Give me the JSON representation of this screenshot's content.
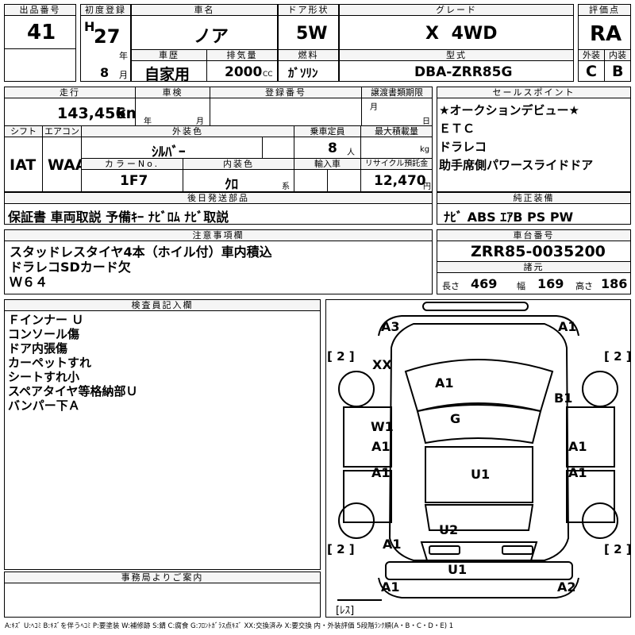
{
  "header": {
    "lot_label": "出品番号",
    "lot": "41",
    "first_reg_label": "初度登録",
    "era": "H",
    "year": "27",
    "year_unit": "年",
    "month": "8",
    "month_unit": "月",
    "name_label": "車名",
    "name": "ノア",
    "door_label": "ドア形状",
    "door": "5W",
    "grade_label": "グレード",
    "grade": "X 4WD",
    "score_label": "評価点",
    "score": "RA",
    "history_label": "車歴",
    "history": "自家用",
    "displacement_label": "排気量",
    "displacement": "2000",
    "displacement_unit": "CC",
    "fuel_label": "燃料",
    "fuel": "ｶﾞｿﾘﾝ",
    "model_label": "型式",
    "model": "DBA-ZRR85G",
    "ext_label": "外装",
    "ext": "C",
    "int_label": "内装",
    "int": "B"
  },
  "row2": {
    "mileage_label": "走行",
    "mileage": "143,456",
    "mileage_unit": "km",
    "inspection_label": "車検",
    "inspection_year_unit": "年",
    "inspection_month_unit": "月",
    "reg_label": "登録番号",
    "transfer_label": "譲渡書類期限",
    "transfer_month_unit": "月",
    "transfer_day_unit": "日",
    "shift_label": "シフト",
    "shift": "IAT",
    "ac_label": "エアコン",
    "ac": "WAA",
    "color_label": "外装色",
    "color": "ｼﾙﾊﾞｰ",
    "capacity_label": "乗車定員",
    "capacity": "8",
    "capacity_unit": "人",
    "load_label": "最大積載量",
    "load_unit": "kg",
    "color_no_label": "カラーNo.",
    "color_no": "1F7",
    "int_color_label": "内装色",
    "int_color": "ｸﾛ",
    "int_color_unit": "系",
    "import_label": "輸入車",
    "recycle_label": "リサイクル預託金",
    "recycle": "12,470",
    "recycle_unit": "円"
  },
  "sales_points": {
    "label": "セールスポイント",
    "items": [
      "★オークションデビュー★",
      "ＥＴＣ",
      "ドラレコ",
      "助手席側パワースライドドア"
    ]
  },
  "later_parts": {
    "label": "後日発送部品",
    "text": "保証書 車両取説 予備ｷｰ ﾅﾋﾞﾛﾑ ﾅﾋﾞ取説"
  },
  "genuine": {
    "label": "純正装備",
    "text": "ﾅﾋﾞ ABS ｴｱB PS PW"
  },
  "notes": {
    "label": "注意事項欄",
    "lines": [
      "スタッドレスタイヤ4本（ホイル付）車内積込",
      "ドラレコSDカード欠",
      "Ｗ６４"
    ]
  },
  "chassis": {
    "label": "車台番号",
    "number": "ZRR85-0035200"
  },
  "specs": {
    "label": "諸元",
    "length_label": "長さ",
    "length": "469",
    "width_label": "幅",
    "width": "169",
    "height_label": "高さ",
    "height": "186"
  },
  "inspector": {
    "label": "検査員記入欄",
    "lines": [
      "Ｆインナー Ｕ",
      "コンソール傷",
      "ドア内張傷",
      "カーペットすれ",
      "シートすれ小",
      "スペアタイヤ等格納部Ｕ",
      "バンパー下Ａ"
    ]
  },
  "office": {
    "label": "事務局よりご案内"
  },
  "diagram": {
    "marks": [
      "A3",
      "A1",
      "XX",
      "A1",
      "B1",
      "W1",
      "G",
      "A1",
      "A1",
      "A1",
      "U1",
      "A1",
      "U2",
      "A1",
      "U1",
      "A1",
      "A2"
    ],
    "tire_labels": [
      "[ 2 ]",
      "[ 2 ]",
      "[ 2 ]",
      "[ 2 ]"
    ],
    "spare": "[ﾚｽ]"
  },
  "legend": "A:ｷｽﾞ U:ﾍｺﾐ B:ｷｽﾞを伴うﾍｺﾐ P:要塗装 W:補修跡 S:錆 C:腐食 G:ﾌﾛﾝﾄｶﾞﾗｽ点ｷｽﾞ XX:交換済み X:要交換 内・外装評価 5段階ﾗﾝｸ順(A・B・C・D・E) 1"
}
